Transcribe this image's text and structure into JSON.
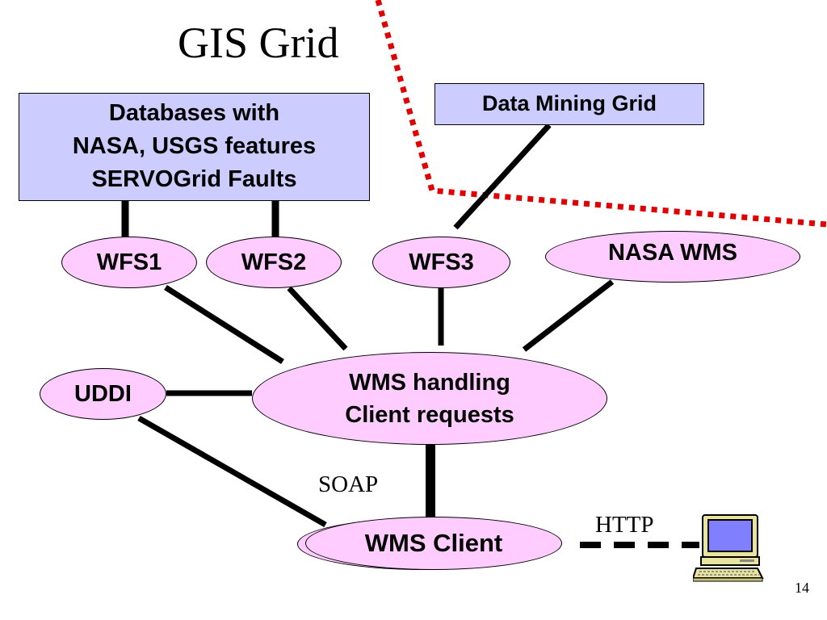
{
  "title": "GIS Grid",
  "databases_box": {
    "lines": [
      "Databases with",
      "NASA, USGS features",
      "SERVOGrid Faults"
    ]
  },
  "data_mining_box": "Data Mining Grid",
  "nodes": {
    "wfs1": "WFS1",
    "wfs2": "WFS2",
    "wfs3": "WFS3",
    "nasa_wms": "NASA WMS",
    "uddi": "UDDI",
    "wms_handling": [
      "WMS handling",
      "Client requests"
    ],
    "wms_client": "WMS Client"
  },
  "labels": {
    "soap": "SOAP",
    "http": "HTTP"
  },
  "page_number": "14",
  "icons": {
    "computer": "desktop-computer-icon"
  },
  "colors": {
    "box_fill": "#ccccff",
    "node_fill": "#ffccff",
    "boundary": "#e00000",
    "line": "#000000"
  }
}
